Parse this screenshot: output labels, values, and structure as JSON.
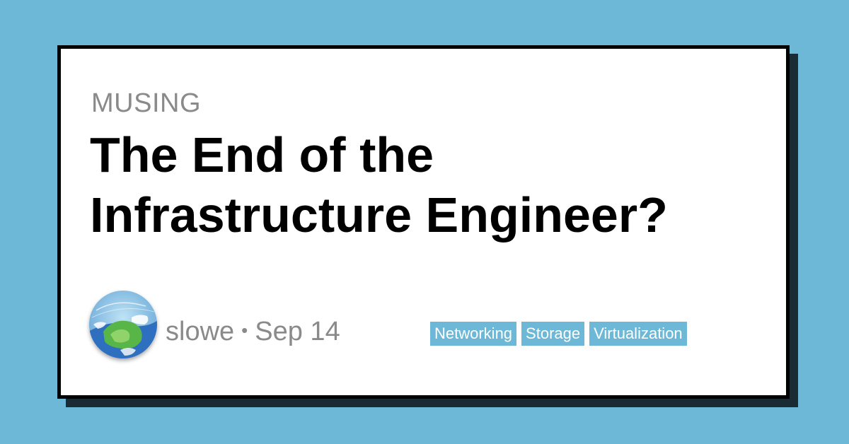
{
  "post": {
    "category": "MUSING",
    "title": "The End of the Infrastructure Engineer?",
    "author": "slowe",
    "separator": "•",
    "date": "Sep 14",
    "tags": [
      "Networking",
      "Storage",
      "Virtualization"
    ]
  },
  "colors": {
    "background": "#6cb8d6",
    "card": "#ffffff",
    "border": "#000000",
    "shadow": "#1b2b33",
    "muted_text": "#8a8a8a",
    "tag_background": "#6cb8d6",
    "tag_text": "#ffffff"
  },
  "icons": {
    "avatar": "earth-globe-illustration"
  }
}
